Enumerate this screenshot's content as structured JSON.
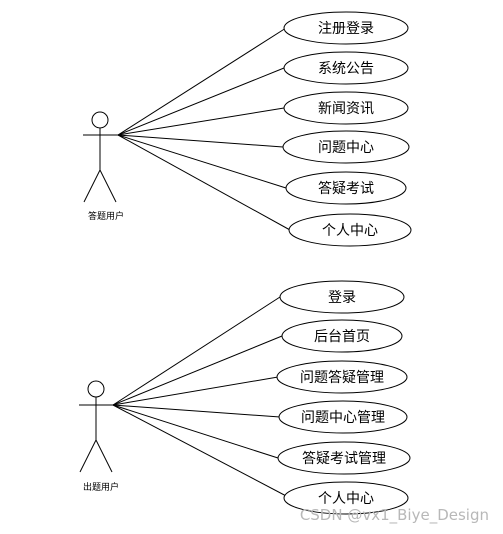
{
  "diagrams": [
    {
      "actor_label": "答题用户",
      "use_cases": [
        {
          "label": "注册登录"
        },
        {
          "label": "系统公告"
        },
        {
          "label": "新闻资讯"
        },
        {
          "label": "问题中心"
        },
        {
          "label": "答疑考试"
        },
        {
          "label": "个人中心"
        }
      ]
    },
    {
      "actor_label": "出题用户",
      "use_cases": [
        {
          "label": "登录"
        },
        {
          "label": "后台首页"
        },
        {
          "label": "问题答疑管理"
        },
        {
          "label": "问题中心管理"
        },
        {
          "label": "答疑考试管理"
        },
        {
          "label": "个人中心"
        }
      ]
    }
  ],
  "watermark": "CSDN @vx1_Biye_Design"
}
